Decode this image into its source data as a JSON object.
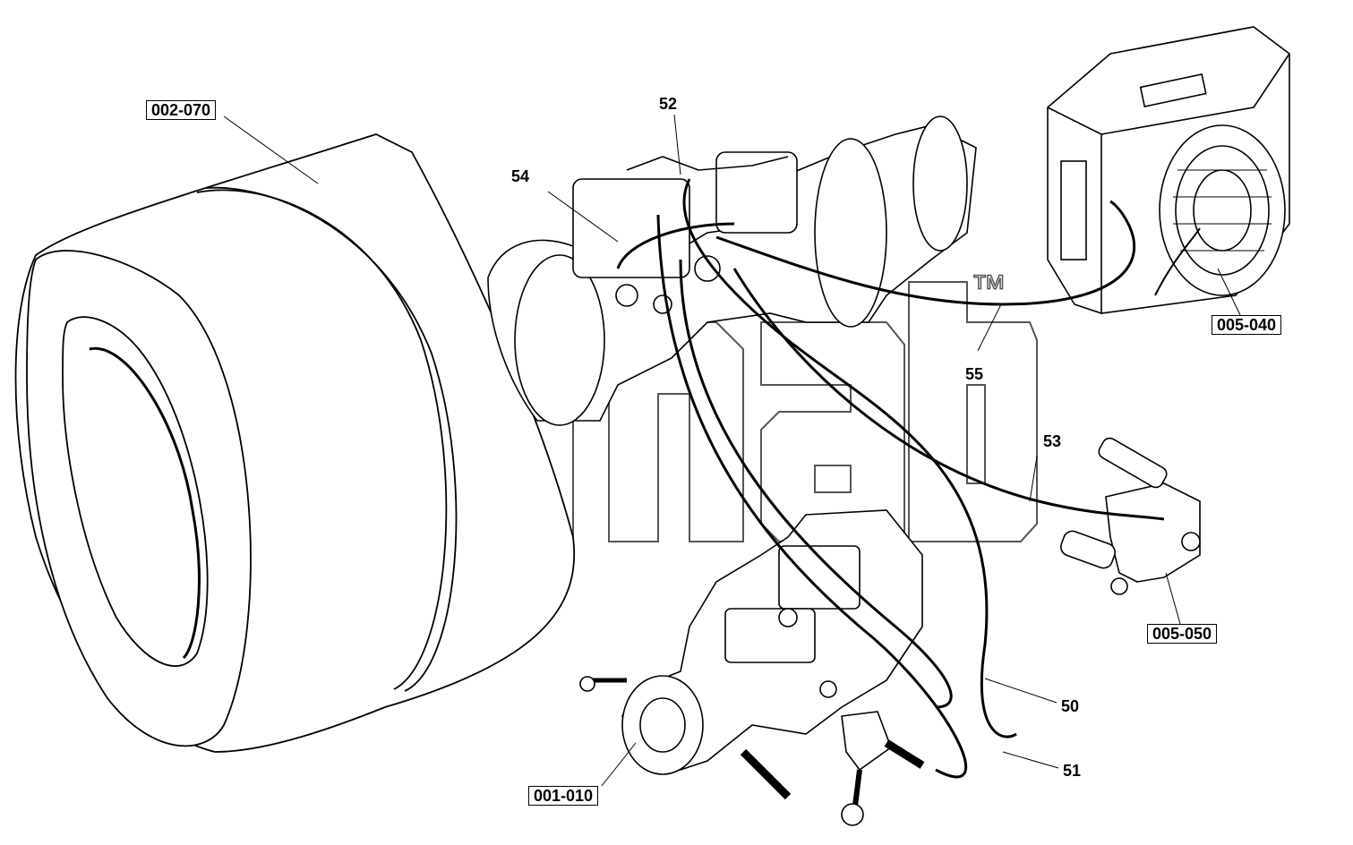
{
  "diagram": {
    "watermark": {
      "trademark": "™"
    },
    "callouts": {
      "c002_070": "002-070",
      "c005_040": "005-040",
      "c005_050": "005-050",
      "c001_010": "001-010",
      "c50": "50",
      "c51": "51",
      "c52": "52",
      "c53": "53",
      "c54": "54",
      "c55": "55"
    }
  }
}
